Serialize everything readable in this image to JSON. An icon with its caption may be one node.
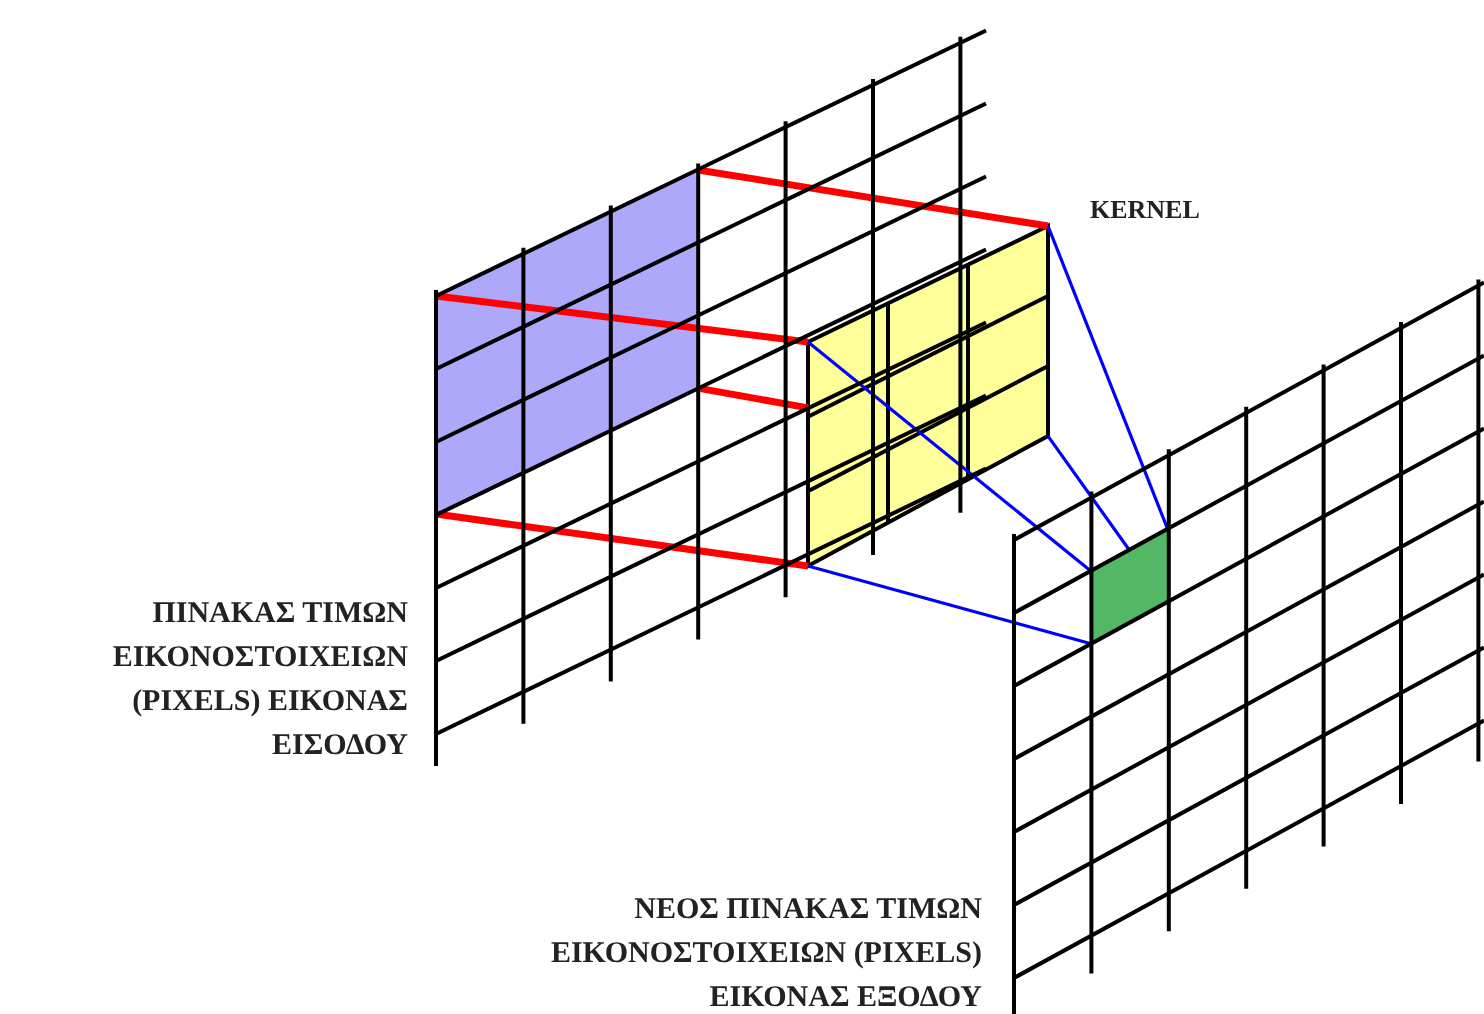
{
  "diagram": {
    "nodes": [
      {
        "text": [],
        "shape": "box",
        "beside": [
          "ΠΙΝΑΚΑΣ ΤΙΜΩΝ ΕΙΚΟΝΟΣΤΟΙΧΕΙΩΝ (PIXELS) ΕΙΚΟΝΑΣ ΕΙΣΟΔΟΥ"
        ]
      },
      {
        "text": [],
        "shape": "box",
        "in": 0
      },
      {
        "text": [],
        "shape": "box",
        "beside": [
          "KERNEL"
        ]
      },
      {
        "text": [],
        "shape": "box",
        "beside": [
          "ΝΕΟΣ ΠΙΝΑΚΑΣ ΤΙΜΩΝ ΕΙΚΟΝΟΣΤΟΙΧΕΙΩΝ (PIXELS) ΕΙΚΟΝΑΣ ΕΞΟΔΟΥ"
        ]
      },
      {
        "text": [],
        "shape": "box",
        "in": 3
      }
    ],
    "edges": [
      {
        "from": 1,
        "to": 2,
        "arrow": "none",
        "style": "thick",
        "color": "#ff0000"
      },
      {
        "from": 1,
        "to": 2,
        "arrow": "none",
        "style": "thick",
        "color": "#ff0000"
      },
      {
        "from": 1,
        "to": 2,
        "arrow": "none",
        "style": "thick",
        "color": "#ff0000"
      },
      {
        "from": 1,
        "to": 2,
        "arrow": "none",
        "style": "thick",
        "color": "#ff0000"
      },
      {
        "from": 2,
        "to": 4,
        "arrow": "none",
        "color": "#0000ff"
      },
      {
        "from": 2,
        "to": 4,
        "arrow": "none",
        "color": "#0000ff"
      },
      {
        "from": 2,
        "to": 4,
        "arrow": "none",
        "color": "#0000ff"
      },
      {
        "from": 2,
        "to": 4,
        "arrow": "none",
        "color": "#0000ff"
      }
    ]
  }
}
